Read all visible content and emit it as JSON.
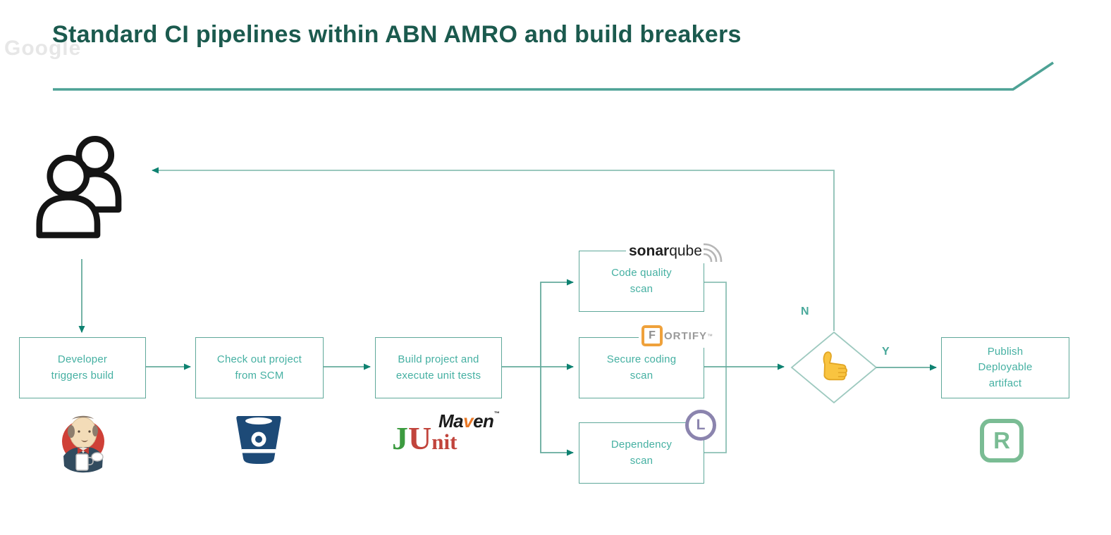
{
  "title": "Standard CI pipelines within ABN AMRO and build breakers",
  "watermark": "Google",
  "steps": {
    "developer": "Developer\ntriggers build",
    "checkout": "Check out project\nfrom SCM",
    "build": "Build project and\nexecute unit tests",
    "code_quality": "Code quality\nscan",
    "secure_coding": "Secure coding\nscan",
    "dependency": "Dependency\nscan",
    "publish": "Publish\nDeployable\nartifact"
  },
  "decision": {
    "no_label": "N",
    "yes_label": "Y",
    "icon": "thumbs-up-icon"
  },
  "logos": {
    "jenkins": "jenkins-butler-logo",
    "bitbucket": "bitbucket-logo",
    "maven": {
      "ma": "Ma",
      "v": "v",
      "en": "en",
      "tm": "™"
    },
    "junit": {
      "j": "J",
      "u": "U",
      "nit": "nit"
    },
    "sonarqube": {
      "bold": "sonar",
      "light": "qube"
    },
    "fortify": {
      "initial": "F",
      "rest": "ORTIFY",
      "tm": "™"
    },
    "license_badge": "L",
    "repository_badge": "R"
  },
  "colors": {
    "title": "#1b5a4e",
    "box_border": "#5fa89a",
    "box_text": "#45b0a2",
    "connector": "#66ab9d",
    "loop_connector": "#8cc0b5",
    "arrowhead": "#0e8271",
    "underline": "#4da295",
    "bitbucket_navy": "#1d4a77",
    "jenkins_red": "#cf4037",
    "maven_orange": "#e97826",
    "junit_green": "#3c9b40",
    "junit_red": "#c1443c",
    "fortify_orange": "#efa13b",
    "fortify_grey": "#9a9a9a",
    "license_purple": "#8b84ae",
    "repository_green": "#7abc94",
    "thumb_yellow": "#f9c440"
  }
}
